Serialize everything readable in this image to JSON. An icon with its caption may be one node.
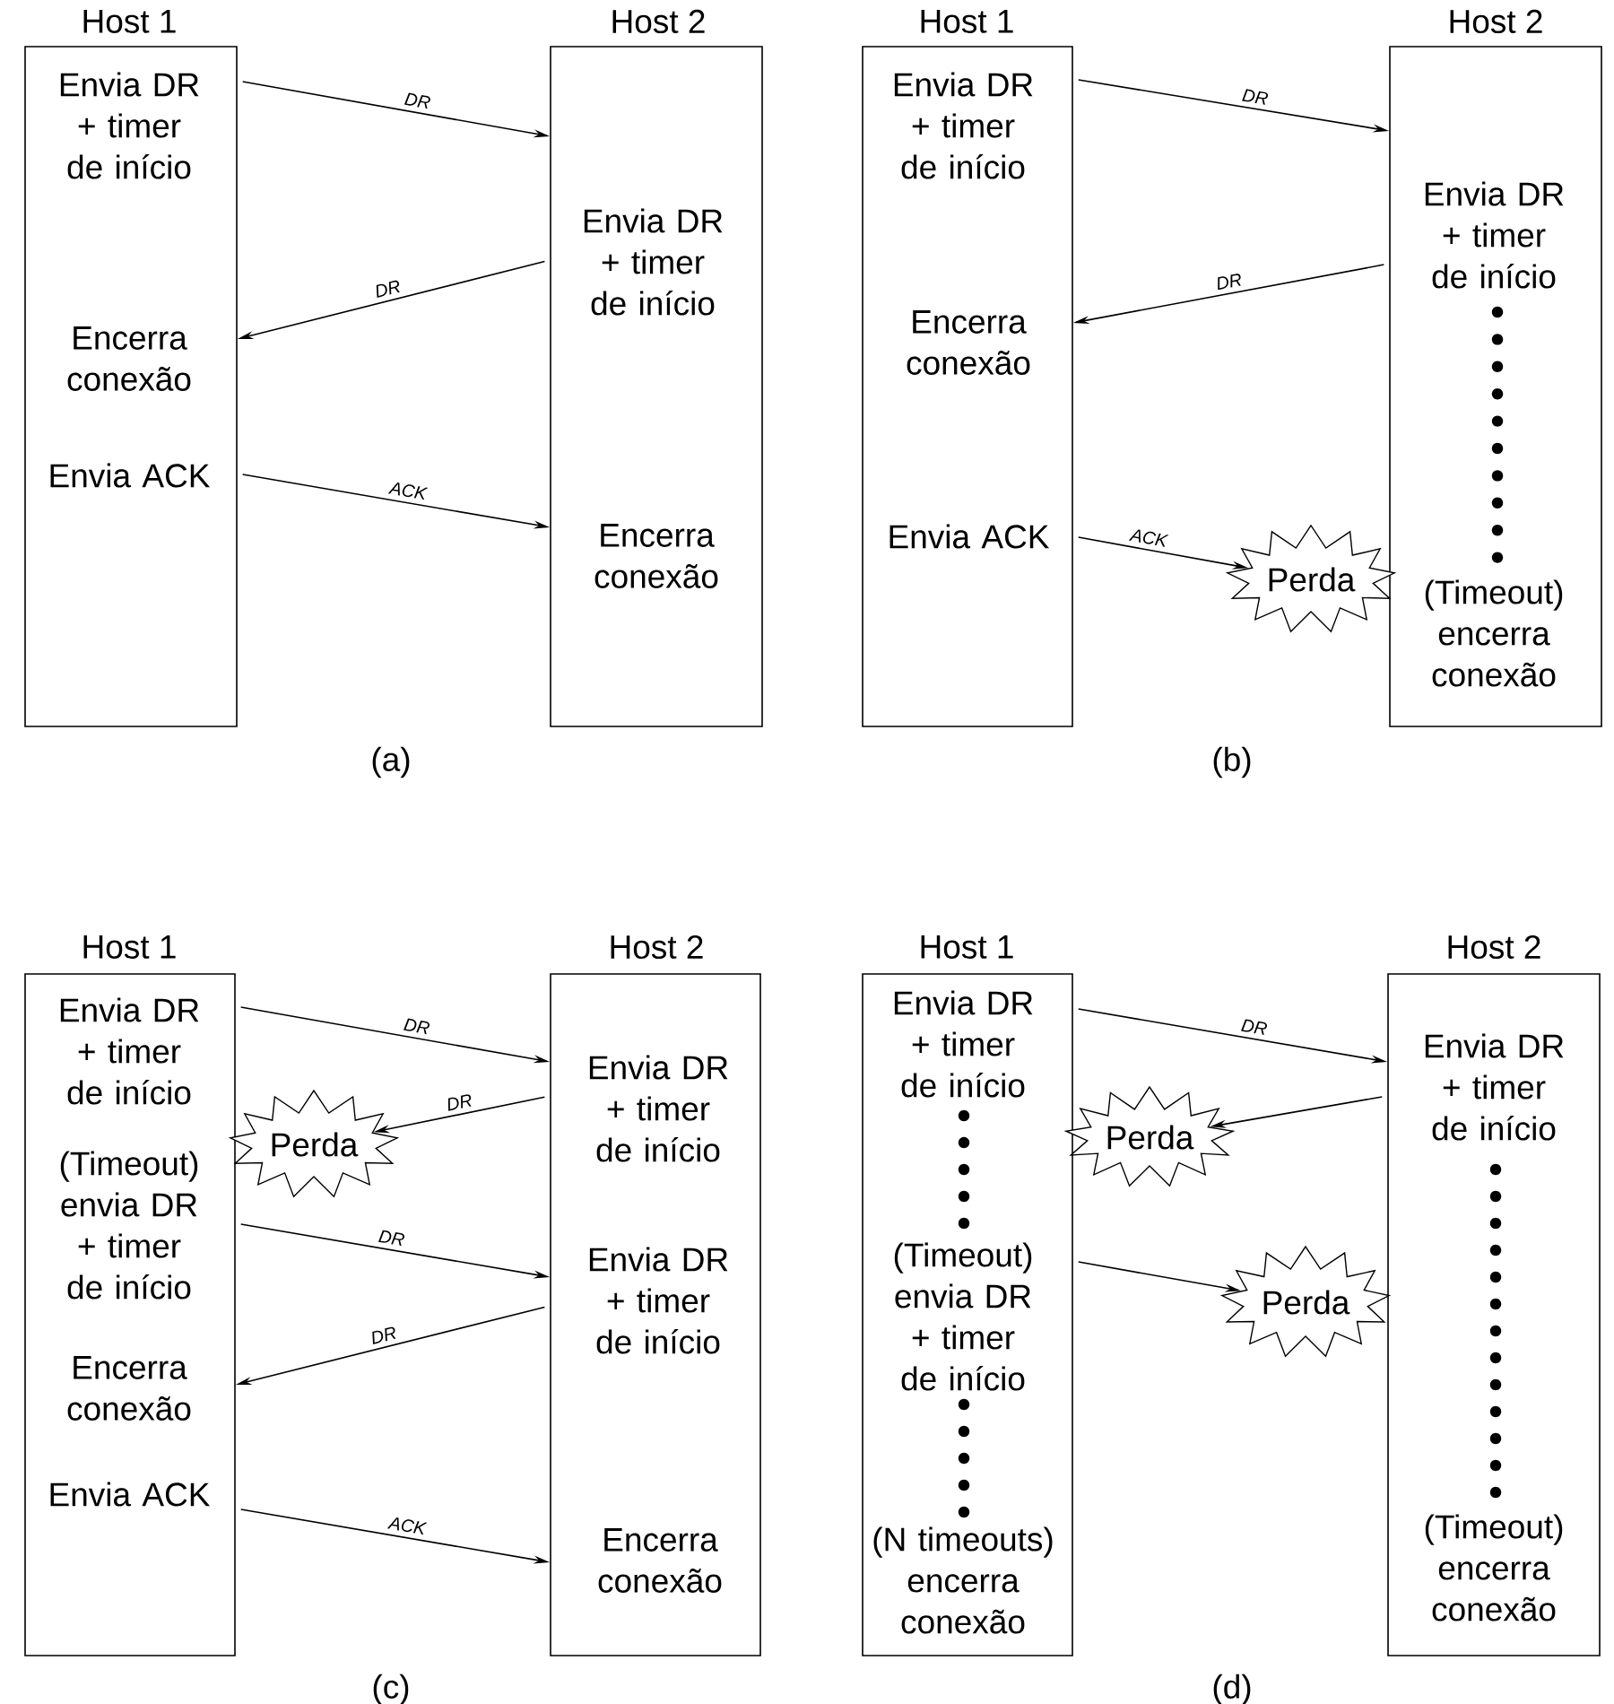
{
  "diagram": {
    "nodes": [
      {
        "text": [
          "Host 1",
          "Envia DR + timer de início",
          "Encerra conexão",
          "Envia ACK"
        ]
      },
      {
        "text": [
          "Host 2",
          "Envia DR + timer de início",
          "Encerra conexão"
        ]
      },
      {
        "text": [
          "Host 1",
          "Envia DR + timer de início",
          "Encerra conexão",
          "Envia ACK"
        ]
      },
      {
        "text": [
          "Host 2",
          "Envia DR + timer de início",
          "(Timeout) encerra conexão"
        ]
      },
      {
        "text": [
          "Perda"
        ]
      },
      {
        "text": [
          "Host 1",
          "Envia DR + timer de início",
          "(Timeout) envia DR + timer de início",
          "Encerra conexão",
          "Envia ACK"
        ]
      },
      {
        "text": [
          "Host 2",
          "Envia DR + timer de início",
          "Envia DR + timer de início",
          "Encerra conexão"
        ]
      },
      {
        "text": [
          "Perda"
        ]
      },
      {
        "text": [
          "Host 1",
          "Envia DR + timer de início",
          "(Timeout) envia DR + timer de início",
          "(N timeouts) encerra conexão"
        ]
      },
      {
        "text": [
          "Host 2",
          "Envia DR + timer de início",
          "(Timeout) encerra conexão"
        ]
      },
      {
        "text": [
          "Perda"
        ]
      },
      {
        "text": [
          "Perda"
        ]
      }
    ],
    "edges": [
      {
        "from": 0,
        "to": 1,
        "arrow": "to",
        "label": "DR"
      },
      {
        "from": 1,
        "to": 0,
        "arrow": "to",
        "label": "DR"
      },
      {
        "from": 0,
        "to": 1,
        "arrow": "to",
        "label": "ACK"
      },
      {
        "from": 2,
        "to": 3,
        "arrow": "to",
        "label": "DR"
      },
      {
        "from": 3,
        "to": 2,
        "arrow": "to",
        "label": "DR"
      },
      {
        "from": 2,
        "to": 4,
        "arrow": "to",
        "label": "ACK"
      },
      {
        "from": 5,
        "to": 6,
        "arrow": "to",
        "label": "DR"
      },
      {
        "from": 6,
        "to": 7,
        "arrow": "to",
        "label": "DR"
      },
      {
        "from": 5,
        "to": 6,
        "arrow": "to",
        "label": "DR"
      },
      {
        "from": 6,
        "to": 5,
        "arrow": "to",
        "label": "DR"
      },
      {
        "from": 5,
        "to": 6,
        "arrow": "to",
        "label": "ACK"
      },
      {
        "from": 8,
        "to": 9,
        "arrow": "to",
        "label": "DR"
      },
      {
        "from": 9,
        "to": 10,
        "arrow": "to"
      },
      {
        "from": 8,
        "to": 11,
        "arrow": "to"
      }
    ],
    "labels": [
      "(a)",
      "(b)",
      "(c)",
      "(d)"
    ]
  }
}
